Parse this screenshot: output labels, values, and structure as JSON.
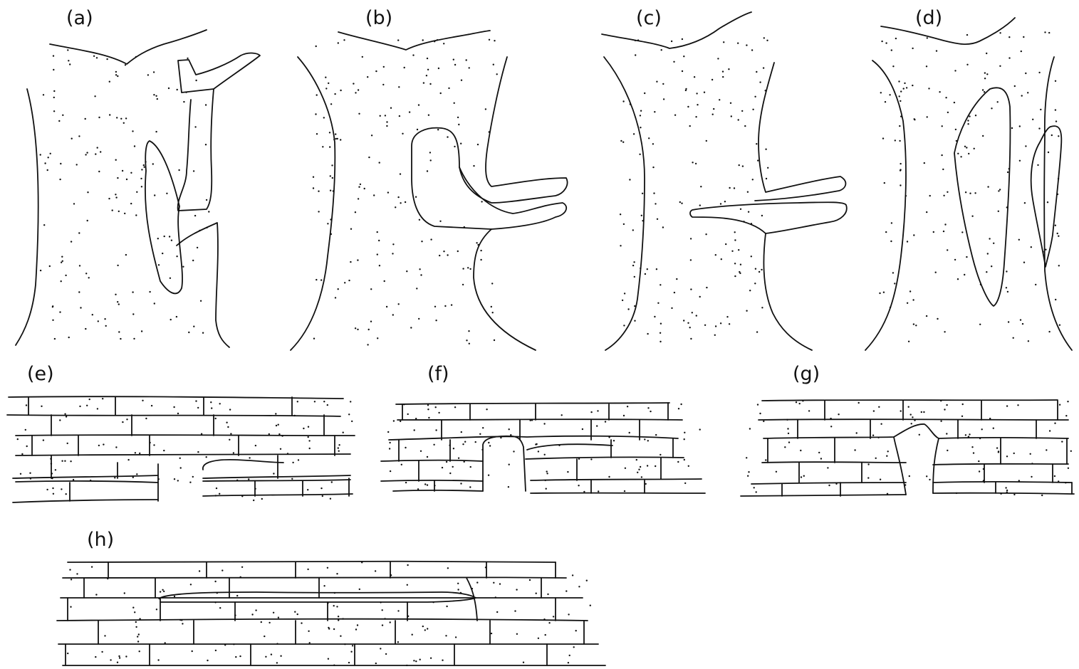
{
  "panels": {
    "a": {
      "label": "(a)"
    },
    "b": {
      "label": "(b)"
    },
    "c": {
      "label": "(c)"
    },
    "d": {
      "label": "(d)"
    },
    "e": {
      "label": "(e)"
    },
    "f": {
      "label": "(f)"
    },
    "g": {
      "label": "(g)"
    },
    "h": {
      "label": "(h)"
    }
  },
  "style": {
    "ink_color": "#111111",
    "background": "#ffffff"
  }
}
